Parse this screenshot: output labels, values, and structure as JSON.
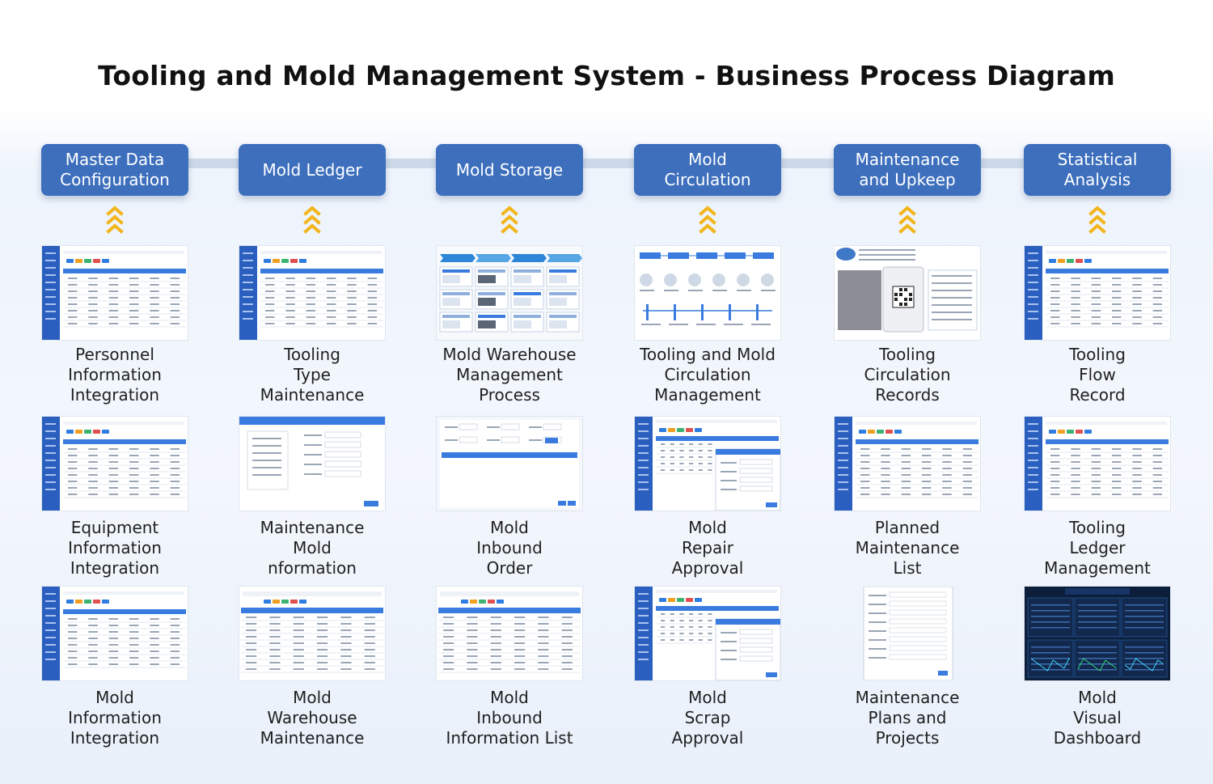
{
  "title": "Tooling and Mold Management System - Business Process Diagram",
  "colors": {
    "header_bg": "#3d6fbd",
    "sidebar": "#2a5fbf",
    "chevron": "#f2b51b",
    "connector": "#cdd9e8"
  },
  "columns": [
    {
      "header": "Master Data\nConfiguration",
      "items": [
        {
          "label": "Personnel\nInformation\nIntegration",
          "thumb": "table-sidebar"
        },
        {
          "label": "Equipment\nInformation\nIntegration",
          "thumb": "table-sidebar"
        },
        {
          "label": "Mold\nInformation\nIntegration",
          "thumb": "table-sidebar"
        }
      ]
    },
    {
      "header": "Mold Ledger",
      "items": [
        {
          "label": "Tooling\nType\nMaintenance",
          "thumb": "table-sidebar"
        },
        {
          "label": "Maintenance\nMold\nnformation",
          "thumb": "form-dialog"
        },
        {
          "label": "Mold\nWarehouse\nMaintenance",
          "thumb": "table-full"
        }
      ]
    },
    {
      "header": "Mold Storage",
      "items": [
        {
          "label": "Mold Warehouse\nManagement\nProcess",
          "thumb": "process-flow"
        },
        {
          "label": "Mold\nInbound\nOrder",
          "thumb": "form-page"
        },
        {
          "label": "Mold\nInbound\nInformation List",
          "thumb": "table-full"
        }
      ]
    },
    {
      "header": "Mold\nCirculation",
      "items": [
        {
          "label": "Tooling and Mold\nCirculation\nManagement",
          "thumb": "circulation-flow"
        },
        {
          "label": "Mold\nRepair\nApproval",
          "thumb": "dialog-overlay"
        },
        {
          "label": "Mold\nScrap\nApproval",
          "thumb": "dialog-overlay"
        }
      ]
    },
    {
      "header": "Maintenance\nand Upkeep",
      "items": [
        {
          "label": "Tooling\nCirculation\nRecords",
          "thumb": "qr-scan"
        },
        {
          "label": "Planned\nMaintenance\nList",
          "thumb": "table-sidebar"
        },
        {
          "label": "Maintenance\nPlans and\nProjects",
          "thumb": "doc-form"
        }
      ]
    },
    {
      "header": "Statistical\nAnalysis",
      "items": [
        {
          "label": "Tooling\nFlow\nRecord",
          "thumb": "table-sidebar"
        },
        {
          "label": "Tooling\nLedger\nManagement",
          "thumb": "table-sidebar"
        },
        {
          "label": "Mold\nVisual\nDashboard",
          "thumb": "dark-dashboard"
        }
      ]
    }
  ]
}
